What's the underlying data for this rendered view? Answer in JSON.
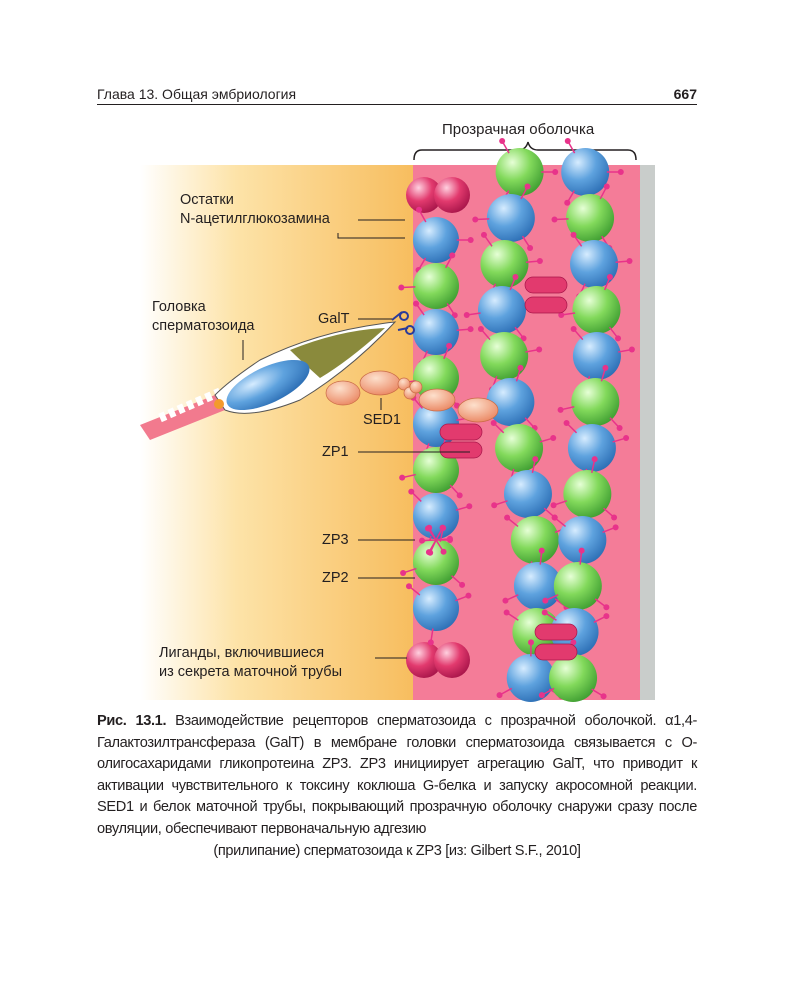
{
  "header": {
    "chapter": "Глава 13. Общая эмбриология",
    "page_number": "667"
  },
  "figure": {
    "labels": {
      "zona": "Прозрачная оболочка",
      "residues_1": "Остатки",
      "residues_2": "N-ацетилглюкозамина",
      "head_1": "Головка",
      "head_2": "сперматозоида",
      "galt": "GalT",
      "sed1": "SED1",
      "zp1": "ZP1",
      "zp3": "ZP3",
      "zp2": "ZP2",
      "ligands_1": "Лиганды, включившиеся",
      "ligands_2": "из секрета маточной трубы"
    },
    "colors": {
      "zp3_blue": "#5b9bd8",
      "zp2_green": "#7fd85a",
      "sugar": "#e8338a",
      "zona_bg": "#f47c98",
      "medium": "#f9c46a",
      "sed1": "#f0946a"
    }
  },
  "caption": {
    "label": "Рис. 13.1.",
    "body": " Взаимодействие рецепторов сперматозоида с прозрачной оболочкой. α1,4-Галактозилтрансфераза (GalT) в мембране головки сперматозоида связывается с О-олигосахаридами гликопротеина ZP3. ZP3 инициирует агрегацию GalT, что приводит к активации чувствительного к токсину коклюша G-белка и запуску акросомной реакции. SED1 и белок маточной трубы, покрывающий прозрачную оболочку снаружи сразу после овуляции, обеспечивают первоначальную адгезию",
    "last_line": "(прилипание) сперматозоида к ZP3 [из: Gilbert S.F., 2010]"
  }
}
